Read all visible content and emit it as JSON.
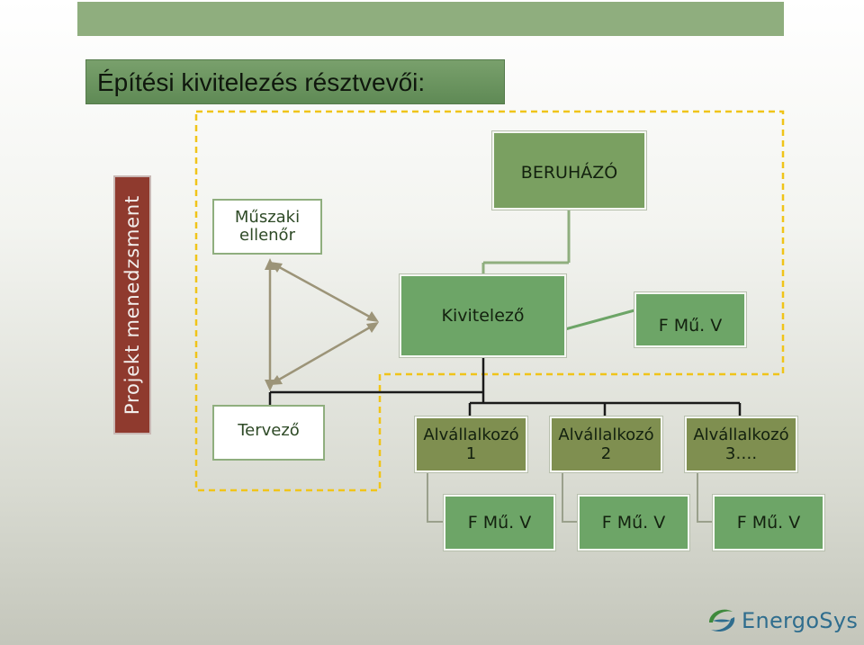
{
  "title": "Építési kivitelezés résztvevői:",
  "sidebar_label": "Projekt menedzsment",
  "nodes": {
    "beruhazo": "BERUHÁZÓ",
    "muszaki_line1": "Műszaki",
    "muszaki_line2": "ellenőr",
    "kivitelezo": "Kivitelező",
    "fmuv_main": "F Mű. V",
    "tervezo": "Tervező",
    "alv1_line1": "Alvállalkozó",
    "alv1_line2": "1",
    "alv2_line1": "Alvállalkozó",
    "alv2_line2": "2",
    "alv3_line1": "Alvállalkozó",
    "alv3_line2": "3….",
    "fmuv_1": "F Mű. V",
    "fmuv_2": "F Mű. V",
    "fmuv_3": "F Mű. V"
  },
  "logo": {
    "text": "EnergoSys"
  },
  "colors": {
    "topbar": "#8fae7e",
    "title_bg": "#6b9460",
    "sidebar_bg": "#8f3a2e",
    "box_green": "#7aa061",
    "box_olive": "#7f8f50",
    "dashed_frame": "#f0c419",
    "arrow": "#9c9478",
    "connector": "#1a1a1a",
    "logo_blue": "#2f6d8e",
    "logo_green": "#3f8a3c"
  }
}
